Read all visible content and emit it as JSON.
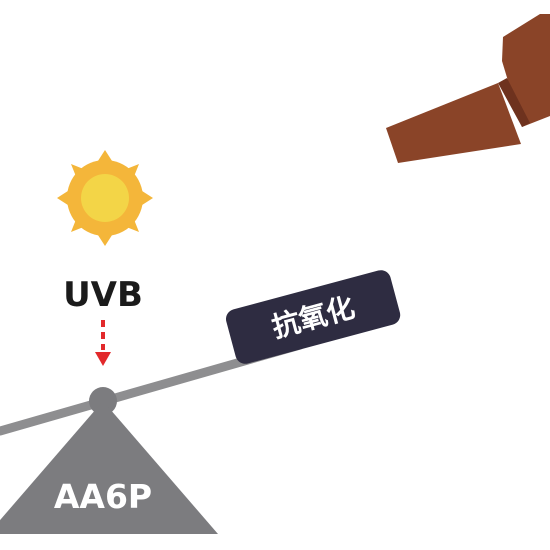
{
  "diagram": {
    "uv_label": "UVB",
    "base_label": "AA6P",
    "tag_label": "抗氧化",
    "colors": {
      "background": "#ffffff",
      "sun_outer": "#F4B63A",
      "sun_inner": "#F3D547",
      "arrow": "#E2292B",
      "beam": "#8E8E90",
      "base": "#7C7C7F",
      "base_text": "#FFFFFF",
      "tag": "#2E2C41",
      "tag_text": "#FFFFFF",
      "hammer": "#8A4428",
      "hammer_dark": "#6E321E",
      "text_dark": "#1B1B1B"
    },
    "icons": {
      "sun": "sun-icon",
      "arrow": "arrow-down-icon",
      "pivot": "pivot-icon",
      "hammer": "hammer-icon",
      "tag": "tag-shape"
    }
  }
}
